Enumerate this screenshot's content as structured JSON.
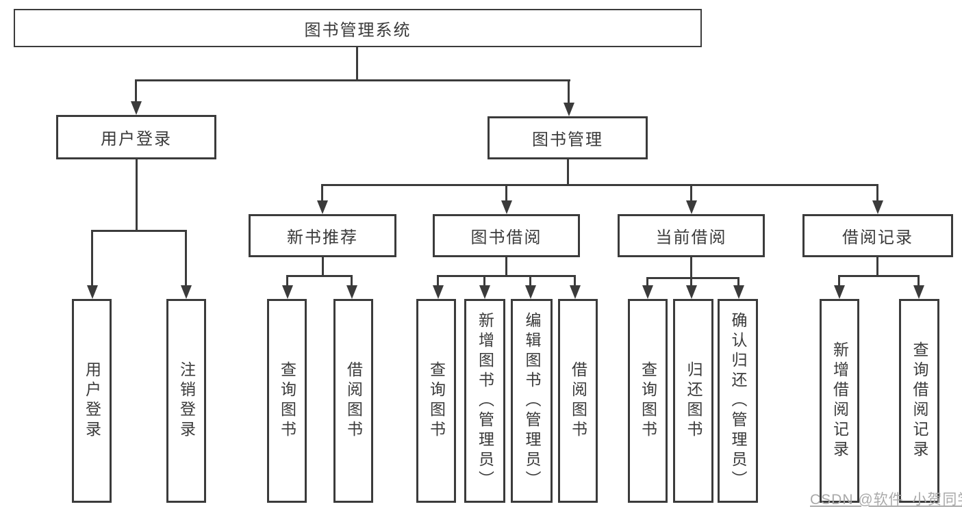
{
  "diagram": {
    "root_label": "图书管理系统",
    "level2": [
      {
        "label": "用户登录",
        "children": [
          "用户登录",
          "注销登录"
        ]
      },
      {
        "label": "图书管理",
        "sections": [
          {
            "label": "新书推荐",
            "children": [
              "查询图书",
              "借阅图书"
            ]
          },
          {
            "label": "图书借阅",
            "children": [
              "查询图书",
              "新增图书（管理员）",
              "编辑图书（管理员）",
              "借阅图书"
            ]
          },
          {
            "label": "当前借阅",
            "children": [
              "查询图书",
              "归还图书",
              "确认归还（管理员）"
            ]
          },
          {
            "label": "借阅记录",
            "children": [
              "新增借阅记录",
              "查询借阅记录"
            ]
          }
        ]
      }
    ],
    "colors": {
      "line": "#3b3b3b",
      "text": "#3a3a3a",
      "box_background": "#ffffff",
      "watermark": "#a9a9a9"
    }
  },
  "watermark": "CSDN @软件_小贺同学"
}
